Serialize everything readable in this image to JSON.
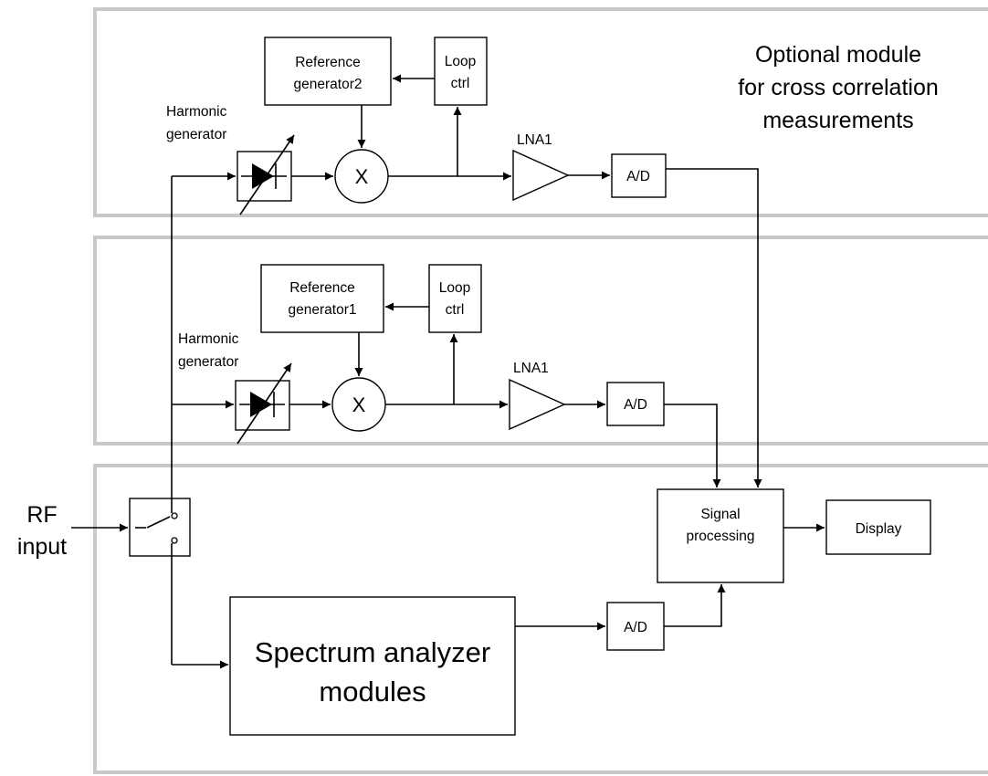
{
  "colors": {
    "panel_border": "#c8c8c8",
    "line": "#000000",
    "background": "#ffffff"
  },
  "panel_top": {
    "title_lines": [
      "Optional module",
      "for cross correlation",
      "measurements"
    ]
  },
  "chain_top": {
    "reference_generator_lines": [
      "Reference",
      "generator2"
    ],
    "loop_ctrl_lines": [
      "Loop",
      "ctrl"
    ],
    "harmonic_generator_lines": [
      "Harmonic",
      "generator"
    ],
    "mixer_symbol": "X",
    "lna_label": "LNA1",
    "adc_label": "A/D"
  },
  "chain_mid": {
    "reference_generator_lines": [
      "Reference",
      "generator1"
    ],
    "loop_ctrl_lines": [
      "Loop",
      "ctrl"
    ],
    "harmonic_generator_lines": [
      "Harmonic",
      "generator"
    ],
    "mixer_symbol": "X",
    "lna_label": "LNA1",
    "adc_label": "A/D"
  },
  "panel_bottom": {
    "rf_input_lines": [
      "RF",
      "input"
    ],
    "spectrum_analyzer_lines": [
      "Spectrum analyzer",
      "modules"
    ],
    "adc_label": "A/D",
    "signal_processing_lines": [
      "Signal",
      "processing"
    ],
    "display_label": "Display"
  }
}
